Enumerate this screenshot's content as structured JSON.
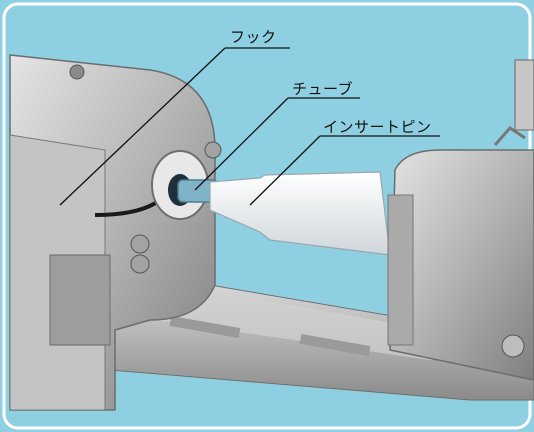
{
  "labels": {
    "hook": "フック",
    "tube": "チューブ",
    "insert_pin": "インサートピン"
  },
  "colors": {
    "background": "#8ecfe2",
    "border": "#ffffff",
    "metal": "#b9b9b9",
    "leader_line": "#111111"
  }
}
